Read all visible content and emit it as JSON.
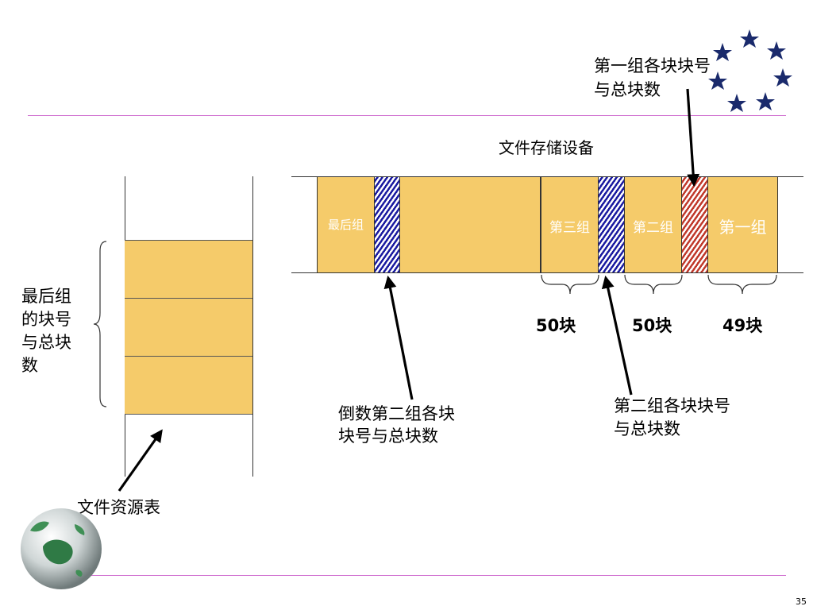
{
  "header_decoration": {
    "icon": "stars-circle-icon",
    "color": "#1a2a6c"
  },
  "storage": {
    "title": "文件存储设备",
    "segments": [
      {
        "label": "最后组",
        "kind": "plain"
      },
      {
        "label": "",
        "kind": "hatch-blue"
      },
      {
        "label": "",
        "kind": "plain"
      },
      {
        "label": "第三组",
        "kind": "plain"
      },
      {
        "label": "",
        "kind": "hatch-blue"
      },
      {
        "label": "第二组",
        "kind": "plain"
      },
      {
        "label": "",
        "kind": "hatch-red"
      },
      {
        "label": "第一组",
        "kind": "plain"
      }
    ],
    "counts": [
      "50块",
      "50块",
      "49块"
    ]
  },
  "annotations": {
    "first_group": [
      "第一组各块块号",
      "与总块数"
    ],
    "second_last_group": [
      "倒数第二组各块",
      "块号与总块数"
    ],
    "second_group": [
      "第二组各块块号",
      "与总块数"
    ]
  },
  "resource_table": {
    "label": "文件资源表",
    "brace_label": [
      "最后组",
      "的块号",
      "与总块",
      "数"
    ]
  },
  "colors": {
    "block": "#f5cb6a",
    "rule": "#d070d0",
    "hatch_blue": "#1a1aa0",
    "hatch_red": "#c0392b"
  },
  "globe_icon": "globe-icon",
  "page_number": "35"
}
